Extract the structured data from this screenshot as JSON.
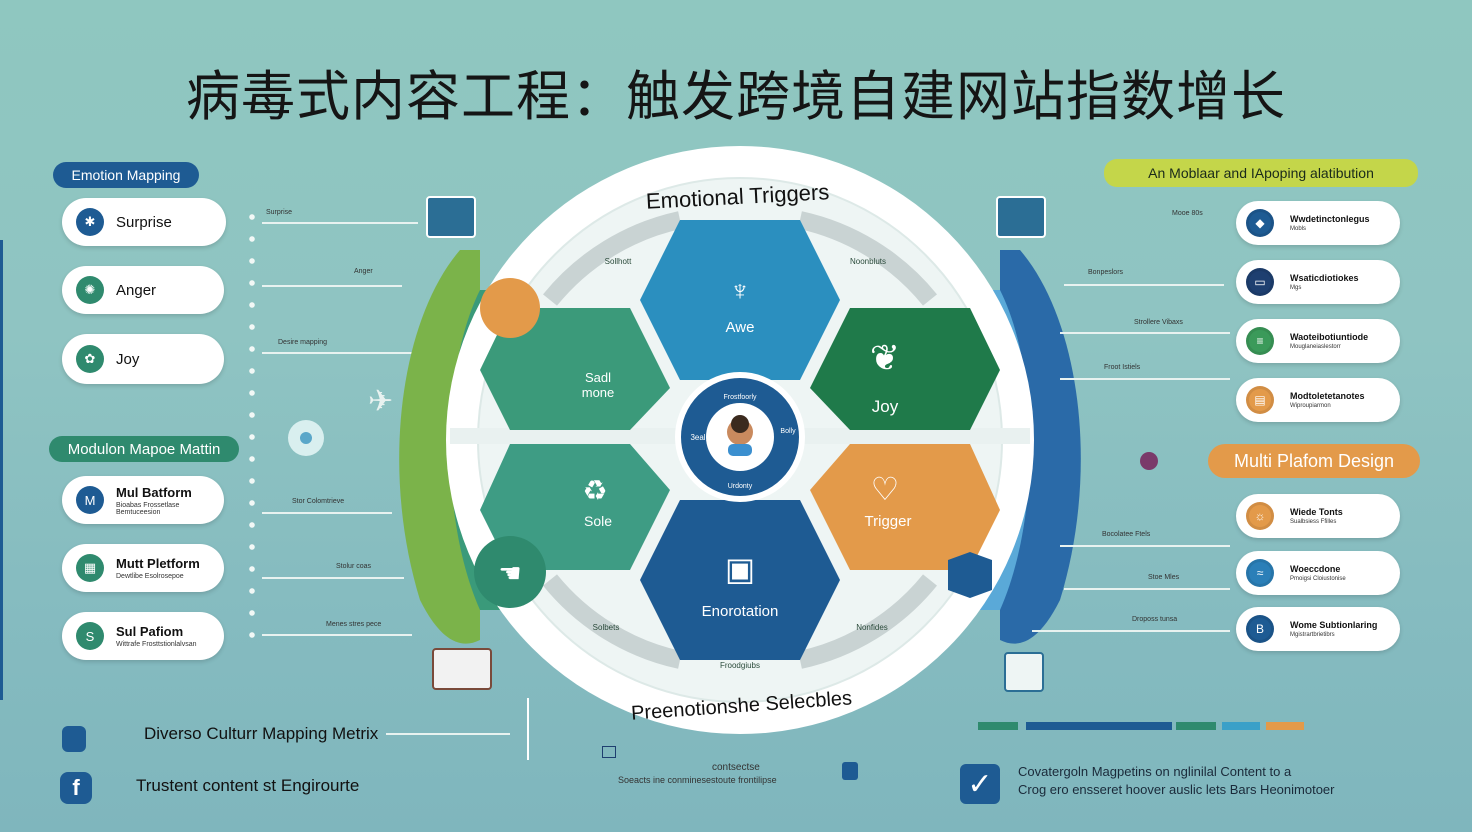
{
  "title": "病毒式内容工程：触发跨境自建网站指数增长",
  "left": {
    "header1": "Emotion Mapping",
    "emotions": [
      {
        "label": "Surprise",
        "color": "#1e5b93",
        "note": "Surprise"
      },
      {
        "label": "Anger",
        "color": "#2f8a6e",
        "note": "Anger"
      },
      {
        "label": "Joy",
        "color": "#2f8a6e",
        "note": "Desire mapping"
      }
    ],
    "header2": "Modulon Mapoe Mattin",
    "platforms": [
      {
        "label": "Mul Batform",
        "sub": "Bioabas Frossetlase Bemtuceesion",
        "color": "#1e5b93",
        "note": "Stor Colomtrieve"
      },
      {
        "label": "Mutt Pletform",
        "sub": "Dewtlibe Esolrosepoe",
        "color": "#2f8a6e",
        "note": "Stolur coas"
      },
      {
        "label": "Sul Pafiom",
        "sub": "Wittrafe Frosttstionlalvsan",
        "color": "#2f8a6e",
        "note": "Menes stres pece"
      }
    ]
  },
  "wheel": {
    "top_label": "Emotional Triggers",
    "bottom_label": "Preenotionshe Selecbles",
    "arc_labels": [
      "Sollhott",
      "Noonbluts",
      "Solbets",
      "Nonfides",
      "Froodgiubs"
    ],
    "center_left": "3eal",
    "center_right": "Bolly",
    "center_top": "Frostfoorly",
    "center_bottom": "Urdonty",
    "hexes": [
      {
        "label": "Awe",
        "color": "#2b8fbf"
      },
      {
        "label": "Sadl\nmone",
        "color": "#3b9a7a"
      },
      {
        "label": "Joy",
        "color": "#1f7a4a"
      },
      {
        "label": "Sole",
        "color": "#3e9c84"
      },
      {
        "label": "Trigger",
        "color": "#e39a4a"
      },
      {
        "label": "Enorotation",
        "color": "#1e5b93"
      }
    ]
  },
  "right": {
    "header1": "An Moblaar and IApoping alatibution",
    "items1": [
      {
        "t1": "Wwdetinctonlegus",
        "t2": "Mobls",
        "color": "#1e5b93",
        "note": "Mooe 80s"
      },
      {
        "t1": "Wsaticdiotiokes",
        "t2": "Mgs",
        "color": "#1e3f70",
        "note": "Bonpeslors"
      },
      {
        "t1": "Waoteibotiuntiode",
        "t2": "Mouglaneiaslestorr",
        "color": "#3b9a5a",
        "note": "Strollere Vibaxs"
      },
      {
        "t1": "Modtoletetanotes",
        "t2": "Wiproupiarmon",
        "color": "#e39a4a",
        "note": "Froot Istiels"
      }
    ],
    "header2": "Multi Plafom Design",
    "items2": [
      {
        "t1": "Wiede Tonts",
        "t2": "Sualbsiess Ffilles",
        "color": "#e39a4a",
        "note": "Bocolatee Ftels"
      },
      {
        "t1": "Woeccdone",
        "t2": "Pmoigsi Cloiustonise",
        "color": "#2b7fb8",
        "note": "Stoe Mles"
      },
      {
        "t1": "Wome Subtionlaring",
        "t2": "Mgistrartbrietibrs",
        "color": "#1e5b93",
        "note": "Droposs tunsa"
      }
    ]
  },
  "bottom": {
    "left1": "Diverso Culturr Mapping Metrix",
    "left2": "Trustent content st Engirourte",
    "center1": "contsectse",
    "center2": "Soeacts ine conminesestoute frontilipse",
    "right1": "Covatergoln Magpetins on nglinilal Content to a",
    "right2": "Crog ero ensseret hoover auslic lets Bars Heonimotoer"
  },
  "colors": {
    "navy": "#1e5b93",
    "green": "#2f8a6e",
    "orange": "#e39a4a",
    "lime": "#c4d64a",
    "teal": "#3b9a7a"
  }
}
